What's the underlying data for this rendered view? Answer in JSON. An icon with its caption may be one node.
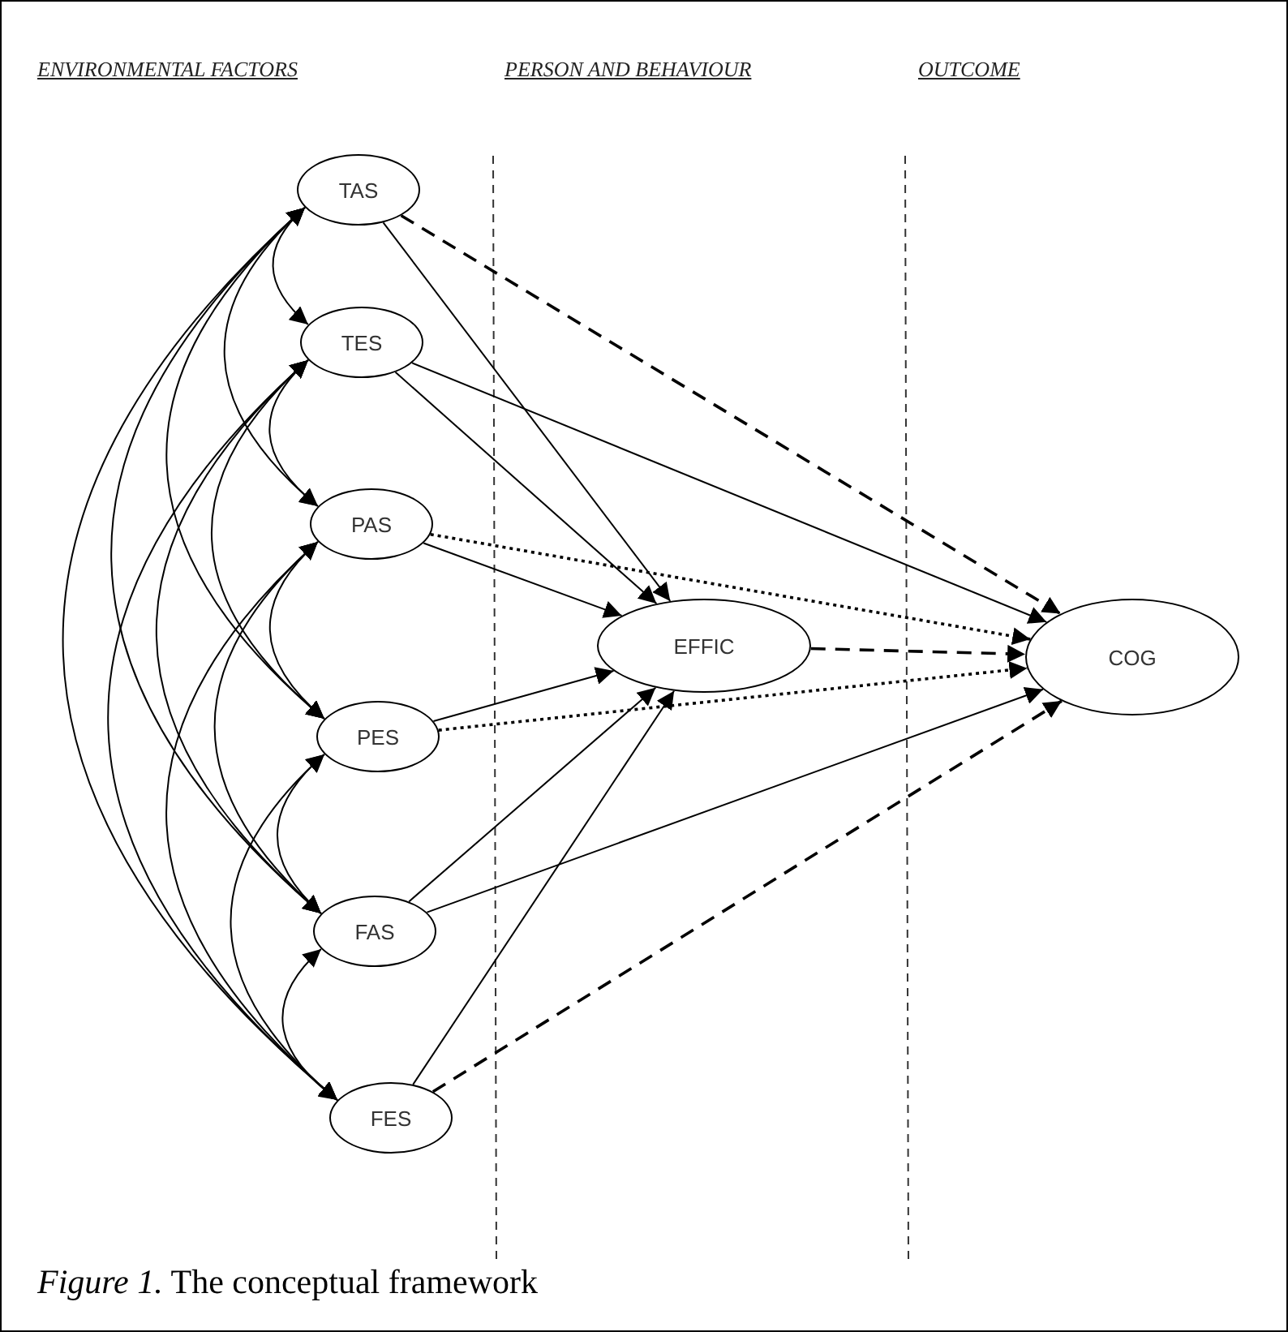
{
  "diagram": {
    "caption": "*Figure 1.* The conceptual framework",
    "nodes": [
      {
        "text": [
          "TAS"
        ]
      },
      {
        "text": [
          "TES"
        ]
      },
      {
        "text": [
          "PAS"
        ]
      },
      {
        "text": [
          "PES"
        ]
      },
      {
        "text": [
          "FAS"
        ]
      },
      {
        "text": [
          "FES"
        ]
      },
      {
        "text": [
          "EFFIC"
        ]
      },
      {
        "text": [
          "COG"
        ]
      }
    ],
    "edges": [
      {
        "from": 0,
        "to": 1,
        "arrow": "both"
      },
      {
        "from": 0,
        "to": 2,
        "arrow": "both"
      },
      {
        "from": 0,
        "to": 3,
        "arrow": "both"
      },
      {
        "from": 0,
        "to": 4,
        "arrow": "both"
      },
      {
        "from": 0,
        "to": 5,
        "arrow": "both"
      },
      {
        "from": 1,
        "to": 2,
        "arrow": "both"
      },
      {
        "from": 1,
        "to": 3,
        "arrow": "both"
      },
      {
        "from": 1,
        "to": 4,
        "arrow": "both"
      },
      {
        "from": 1,
        "to": 5,
        "arrow": "both"
      },
      {
        "from": 2,
        "to": 3,
        "arrow": "both"
      },
      {
        "from": 2,
        "to": 4,
        "arrow": "both"
      },
      {
        "from": 2,
        "to": 5,
        "arrow": "both"
      },
      {
        "from": 3,
        "to": 4,
        "arrow": "both"
      },
      {
        "from": 3,
        "to": 5,
        "arrow": "both"
      },
      {
        "from": 4,
        "to": 5,
        "arrow": "both"
      },
      {
        "from": 0,
        "to": 6,
        "arrow": "to"
      },
      {
        "from": 1,
        "to": 6,
        "arrow": "to"
      },
      {
        "from": 2,
        "to": 6,
        "arrow": "to"
      },
      {
        "from": 3,
        "to": 6,
        "arrow": "to"
      },
      {
        "from": 4,
        "to": 6,
        "arrow": "to"
      },
      {
        "from": 5,
        "to": 6,
        "arrow": "to"
      },
      {
        "from": 0,
        "to": 7,
        "arrow": "to",
        "style": "dashed"
      },
      {
        "from": 1,
        "to": 7,
        "arrow": "to"
      },
      {
        "from": 2,
        "to": 7,
        "arrow": "to",
        "style": "dashed"
      },
      {
        "from": 3,
        "to": 7,
        "arrow": "to",
        "style": "dashed"
      },
      {
        "from": 4,
        "to": 7,
        "arrow": "to"
      },
      {
        "from": 5,
        "to": 7,
        "arrow": "to",
        "style": "dashed"
      },
      {
        "from": 6,
        "to": 7,
        "arrow": "to",
        "style": "dashed"
      }
    ],
    "labels": [
      "ENVIRONMENTAL FACTORS",
      "PERSON AND BEHAVIOUR",
      "OUTCOME"
    ]
  }
}
